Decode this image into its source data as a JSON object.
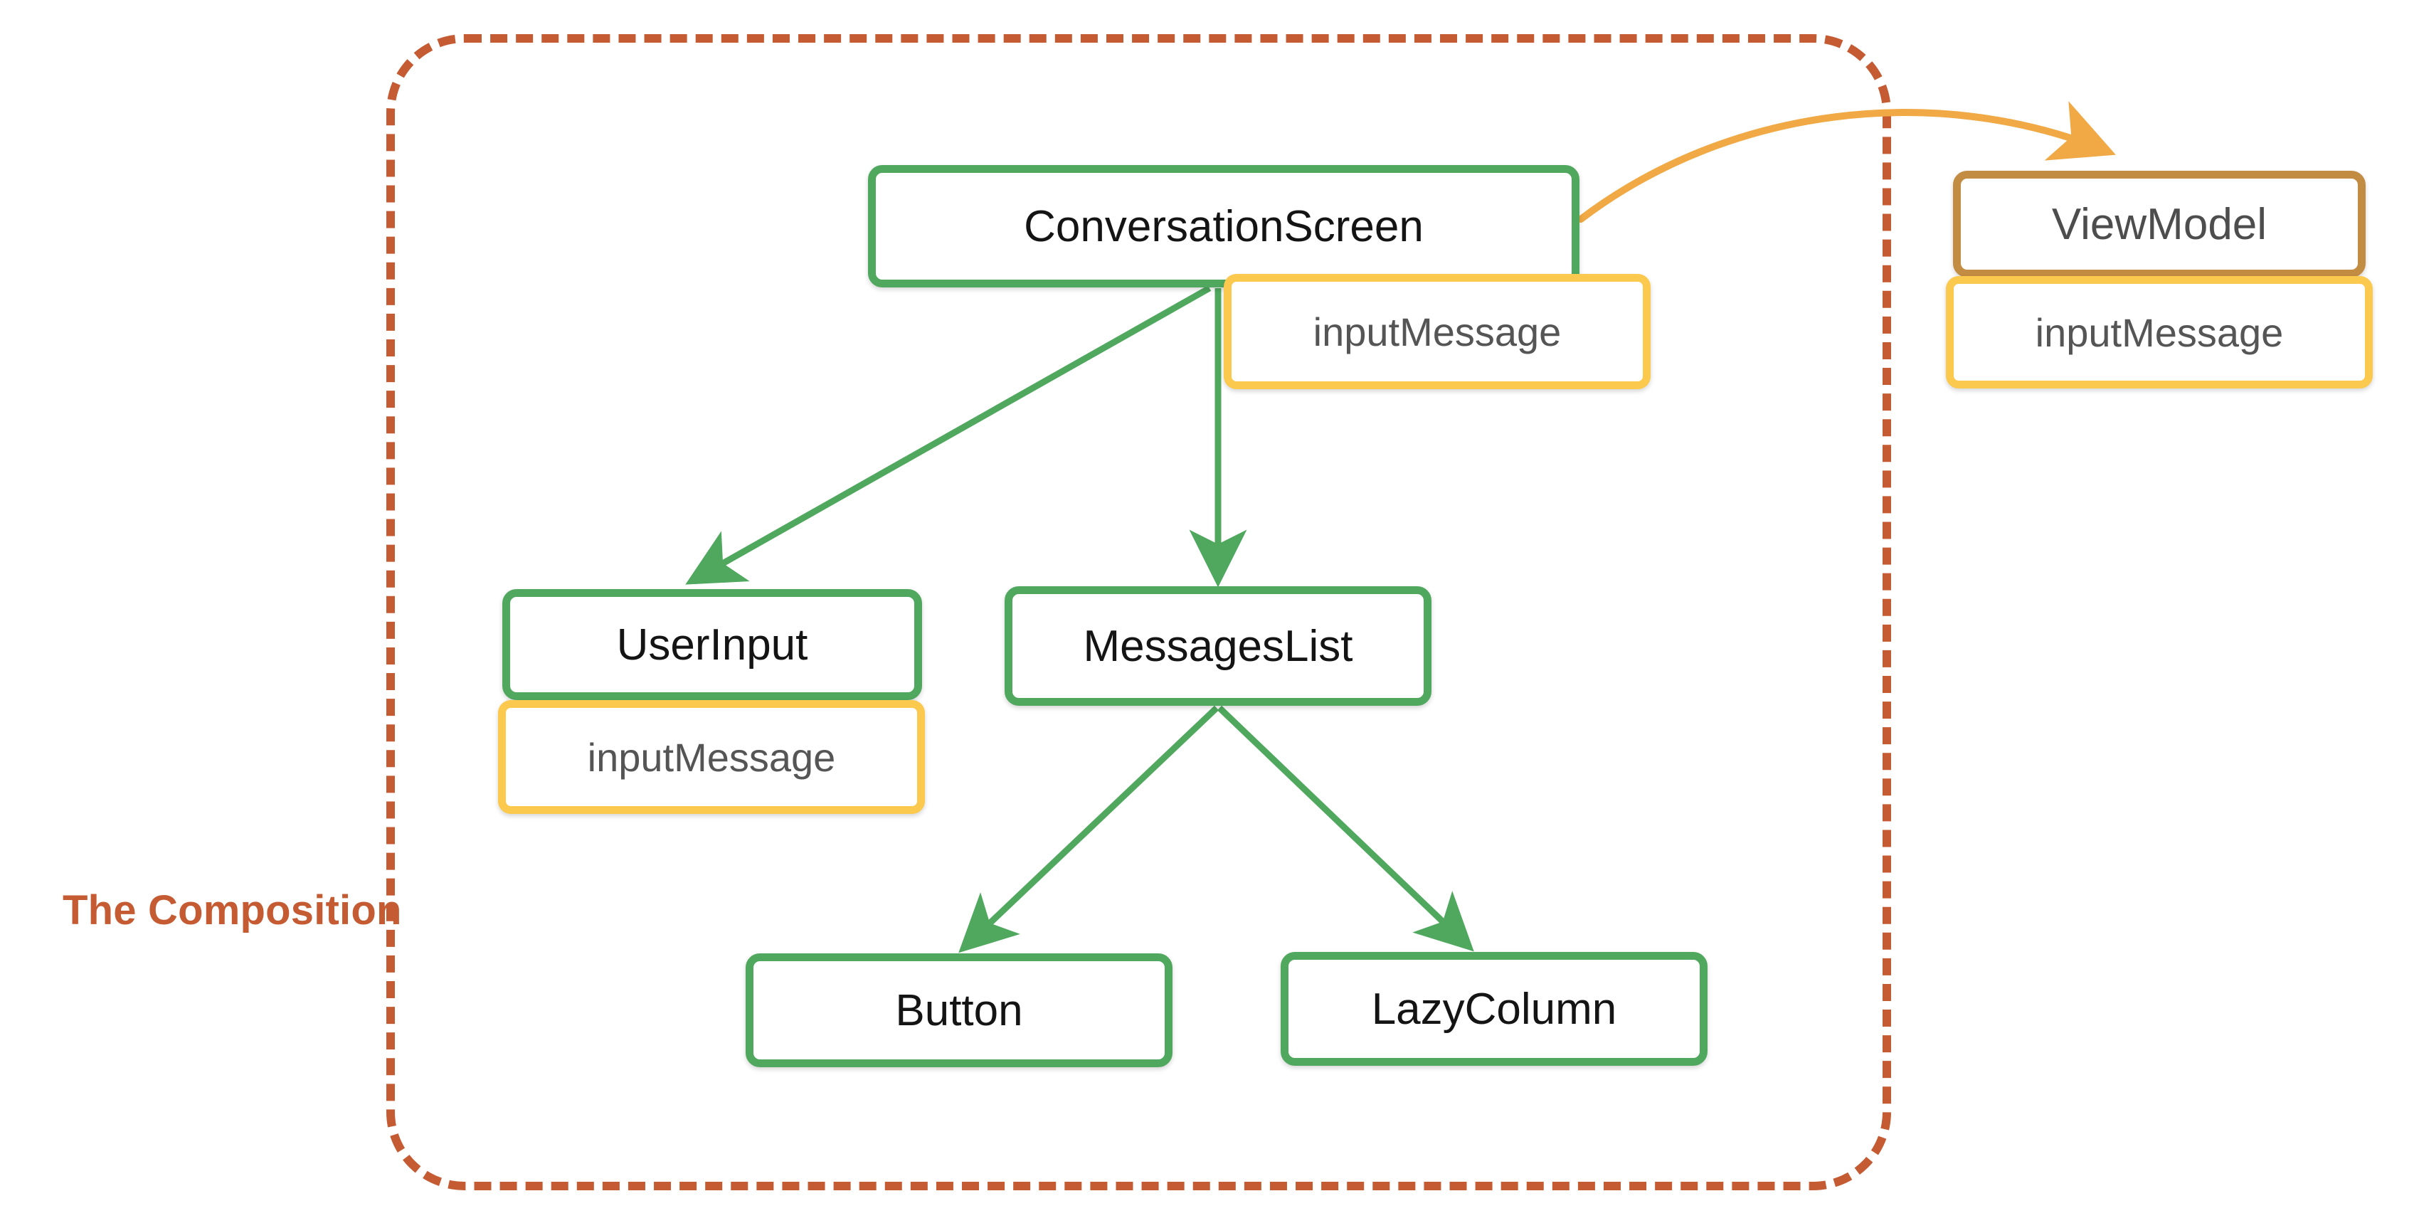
{
  "diagram": {
    "title": "Jetpack Compose composition hierarchy with state hoisting",
    "boundary": {
      "label": "The Composition",
      "style": "dashed",
      "color": "#c45b32"
    },
    "colors": {
      "composable_border": "#4fa85e",
      "state_border": "#fbc94e",
      "viewmodel_border": "#c28c43",
      "boundary": "#c45b32",
      "composable_text": "#141414",
      "state_text": "#555555",
      "viewmodel_text": "#4d4d4d",
      "composition_arrow": "#4fa85e",
      "state_arrow": "#f0a945"
    },
    "nodes": [
      {
        "id": "conversation-screen",
        "label": "ConversationScreen",
        "kind": "composable",
        "inside_composition": true
      },
      {
        "id": "conversation-input",
        "label": "inputMessage",
        "kind": "state",
        "inside_composition": true
      },
      {
        "id": "view-model",
        "label": "ViewModel",
        "kind": "viewmodel",
        "inside_composition": false
      },
      {
        "id": "view-model-input",
        "label": "inputMessage",
        "kind": "state",
        "inside_composition": false
      },
      {
        "id": "user-input",
        "label": "UserInput",
        "kind": "composable",
        "inside_composition": true
      },
      {
        "id": "user-input-message",
        "label": "inputMessage",
        "kind": "state",
        "inside_composition": true
      },
      {
        "id": "messages-list",
        "label": "MessagesList",
        "kind": "composable",
        "inside_composition": true
      },
      {
        "id": "button",
        "label": "Button",
        "kind": "composable",
        "inside_composition": true
      },
      {
        "id": "lazy-column",
        "label": "LazyColumn",
        "kind": "composable",
        "inside_composition": true
      }
    ],
    "edges": [
      {
        "from": "conversation-screen",
        "to": "user-input",
        "style": "straight",
        "color": "#4fa85e"
      },
      {
        "from": "conversation-screen",
        "to": "messages-list",
        "style": "straight",
        "color": "#4fa85e"
      },
      {
        "from": "conversation-screen",
        "to": "view-model",
        "style": "curved",
        "color": "#f0a945"
      },
      {
        "from": "messages-list",
        "to": "button",
        "style": "straight",
        "color": "#4fa85e"
      },
      {
        "from": "messages-list",
        "to": "lazy-column",
        "style": "straight",
        "color": "#4fa85e"
      }
    ]
  }
}
